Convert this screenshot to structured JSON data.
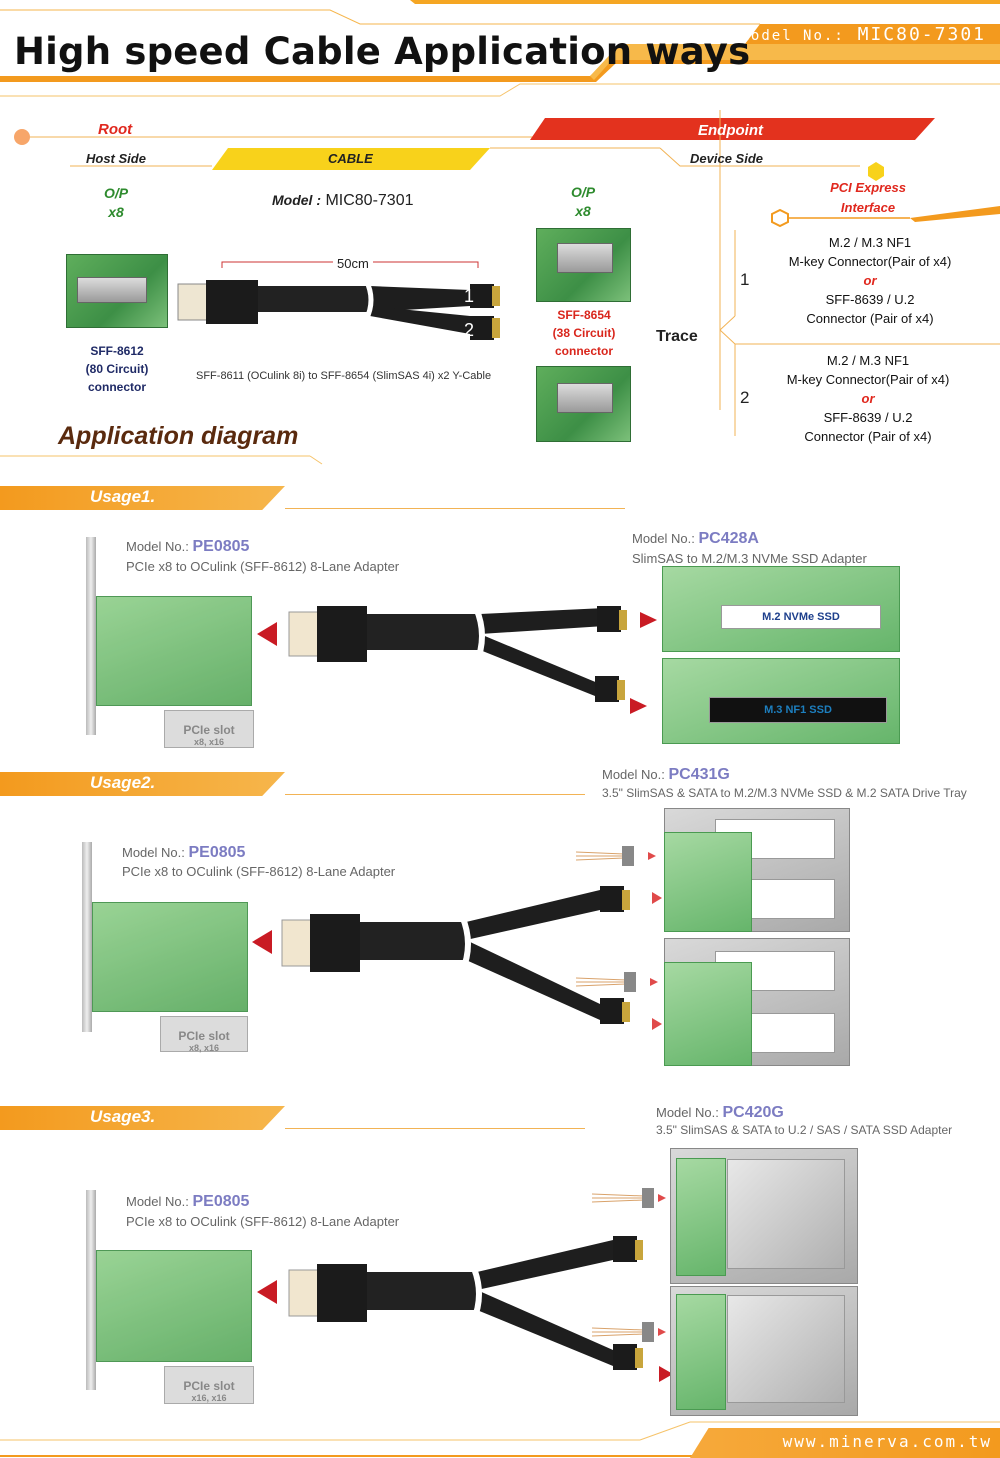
{
  "header": {
    "title": "High speed Cable Application ways",
    "model_label": "Model No.:",
    "model_value": "MIC80-7301",
    "accent": "#f39a1e"
  },
  "top_diagram": {
    "root": "Root",
    "endpoint": "Endpoint",
    "host_side": "Host Side",
    "cable": "CABLE",
    "device_side": "Device Side",
    "host_op": [
      "O/P",
      "x8"
    ],
    "device_op": [
      "O/P",
      "x8"
    ],
    "model_label": "Model :",
    "model_value": "MIC80-7301",
    "length": "50cm",
    "leg1": "1",
    "leg2": "2",
    "host_connector": [
      "SFF-8612",
      "(80 Circuit)",
      "connector"
    ],
    "device_connector": [
      "SFF-8654",
      "(38 Circuit)",
      "connector"
    ],
    "cable_desc": "SFF-8611 (OCulink 8i) to SFF-8654 (SlimSAS 4i) x2 Y-Cable",
    "trace": "Trace",
    "pci_interface": [
      "PCI Express",
      "Interface"
    ],
    "traces": [
      {
        "num": "1",
        "line1": "M.2 / M.3 NF1",
        "line2": "M-key Connector(Pair of x4)",
        "or": "or",
        "line3": "SFF-8639 / U.2",
        "line4": "Connector (Pair of x4)"
      },
      {
        "num": "2",
        "line1": "M.2 / M.3 NF1",
        "line2": "M-key Connector(Pair of x4)",
        "or": "or",
        "line3": "SFF-8639 / U.2",
        "line4": "Connector (Pair of x4)"
      }
    ]
  },
  "app_diagram_title": "Application diagram",
  "usages": [
    {
      "label": "Usage1.",
      "left_model_label": "Model No.:",
      "left_model": "PE0805",
      "left_desc": "PCIe x8 to OCulink (SFF-8612) 8-Lane Adapter",
      "slot": [
        "PCIe slot",
        "x8, x16"
      ],
      "right_model_label": "Model No.:",
      "right_model": "PC428A",
      "right_desc": "SlimSAS to M.2/M.3 NVMe SSD Adapter",
      "ssd_labels": [
        "M.2 NVMe SSD",
        "M.3 NF1 SSD"
      ]
    },
    {
      "label": "Usage2.",
      "left_model_label": "Model No.:",
      "left_model": "PE0805",
      "left_desc": "PCIe x8 to OCulink (SFF-8612) 8-Lane Adapter",
      "slot": [
        "PCIe slot",
        "x8, x16"
      ],
      "right_model_label": "Model No.:",
      "right_model": "PC431G",
      "right_desc": "3.5\" SlimSAS & SATA to M.2/M.3 NVMe SSD & M.2 SATA Drive Tray"
    },
    {
      "label": "Usage3.",
      "left_model_label": "Model No.:",
      "left_model": "PE0805",
      "left_desc": "PCIe x8 to OCulink (SFF-8612) 8-Lane Adapter",
      "slot": [
        "PCIe slot",
        "x16, x16"
      ],
      "right_model_label": "Model No.:",
      "right_model": "PC420G",
      "right_desc": "3.5\" SlimSAS & SATA to U.2 / SAS / SATA SSD Adapter"
    }
  ],
  "footer": {
    "url": "www.minerva.com.tw"
  }
}
